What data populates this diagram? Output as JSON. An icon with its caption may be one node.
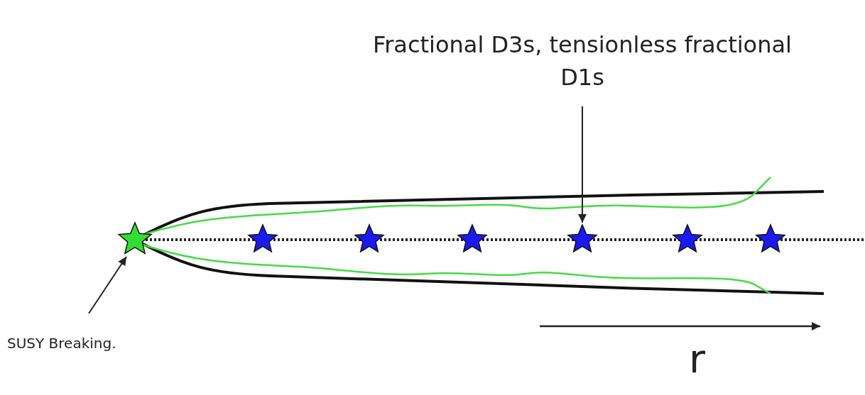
{
  "diagram": {
    "nodes": [
      {
        "text": [
          "Fractional D3s, tensionless fractional D1s"
        ]
      },
      {
        "text": [
          "SUSY Breaking."
        ]
      },
      {
        "text": [],
        "shape": "star"
      },
      {
        "text": [],
        "shape": "star"
      },
      {
        "text": [],
        "shape": "star"
      },
      {
        "text": [],
        "shape": "star"
      },
      {
        "text": [],
        "shape": "star"
      },
      {
        "text": [],
        "shape": "star"
      },
      {
        "text": [],
        "shape": "star"
      }
    ],
    "edges": [
      {
        "from": 0,
        "to": 6,
        "arrow": "to"
      },
      {
        "from": 1,
        "to": 2,
        "arrow": "to"
      }
    ],
    "labels": [
      "r"
    ]
  }
}
